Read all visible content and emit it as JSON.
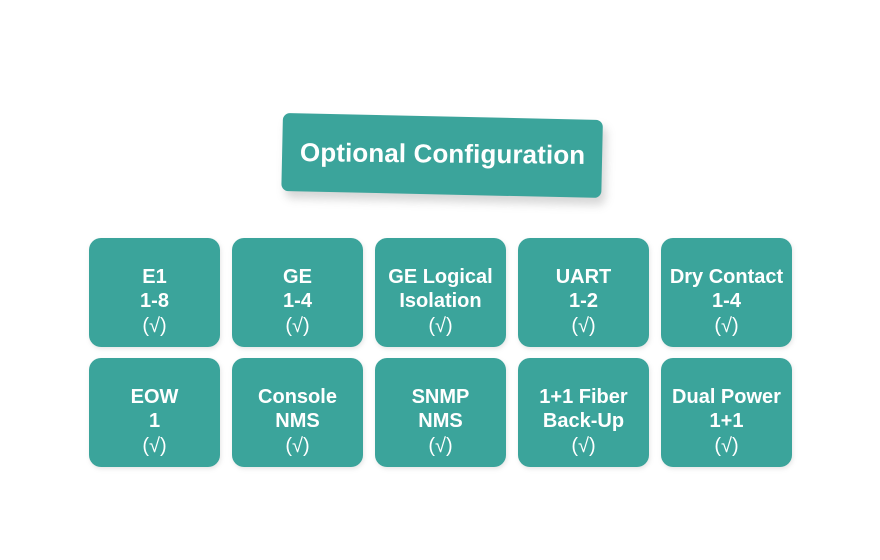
{
  "banner": {
    "title": "Optional Configuration",
    "color": "#3ba49b",
    "text_color": "#ffffff"
  },
  "theme": {
    "accent": "#3ba49b",
    "background": "#ffffff",
    "text_on_accent": "#ffffff"
  },
  "grid": {
    "rows": [
      {
        "cards": [
          {
            "name": "E1",
            "spec": "1-8",
            "check": "(√)"
          },
          {
            "name": "GE",
            "spec": "1-4",
            "check": "(√)"
          },
          {
            "name": "GE Logical",
            "spec": "Isolation",
            "check": "(√)"
          },
          {
            "name": "UART",
            "spec": "1-2",
            "check": "(√)"
          },
          {
            "name": "Dry Contact",
            "spec": "1-4",
            "check": "(√)"
          }
        ]
      },
      {
        "cards": [
          {
            "name": "EOW",
            "spec": "1",
            "check": "(√)"
          },
          {
            "name": "Console",
            "spec": "NMS",
            "check": "(√)"
          },
          {
            "name": "SNMP",
            "spec": "NMS",
            "check": "(√)"
          },
          {
            "name": "1+1 Fiber",
            "spec": "Back-Up",
            "check": "(√)"
          },
          {
            "name": "Dual Power",
            "spec": "1+1",
            "check": "(√)"
          }
        ]
      }
    ]
  }
}
